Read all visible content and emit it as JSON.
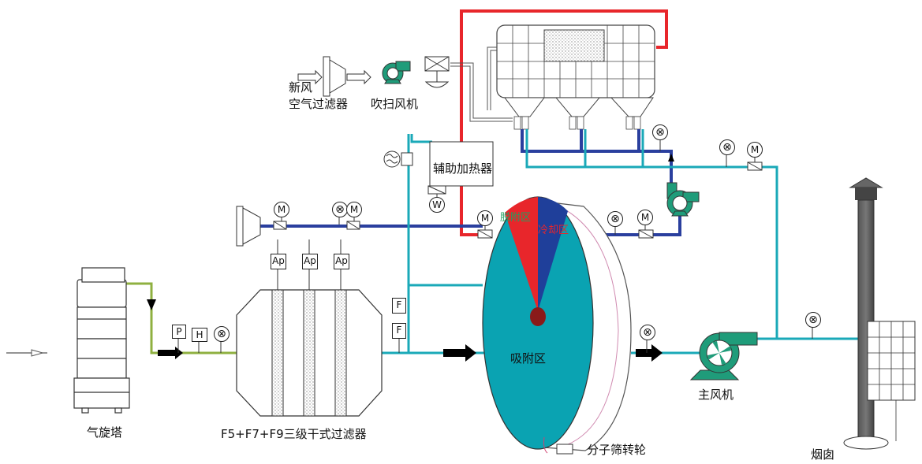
{
  "labels": {
    "fresh_air": "新风",
    "air_filter": "空气过滤器",
    "purge_fan": "吹扫风机",
    "aux_heater": "辅助加热器",
    "desorption_zone": "脱附区",
    "cooling_zone": "冷却区",
    "adsorption_zone": "吸附区",
    "gas_tower": "气旋塔",
    "dry_filter": "F5+F7+F9三级干式过滤器",
    "molecular_sieve_wheel": "分子筛转轮",
    "main_fan": "主风机",
    "chimney": "烟囱"
  },
  "instruments": {
    "motor": "M",
    "pressure": "P",
    "humidity": "H",
    "flow": "F",
    "diff_pressure": "Ap",
    "steam": "W"
  },
  "colors": {
    "hot_line": "#e8262b",
    "cool_line": "#2a3f9e",
    "process_line": "#1aa9b8",
    "inlet_line": "#8fb040",
    "wheel_face": "#0aa3b2",
    "desorb_sector": "#e8262b",
    "cool_sector": "#1f3f9a",
    "fan_green": "#1f9c7a"
  }
}
